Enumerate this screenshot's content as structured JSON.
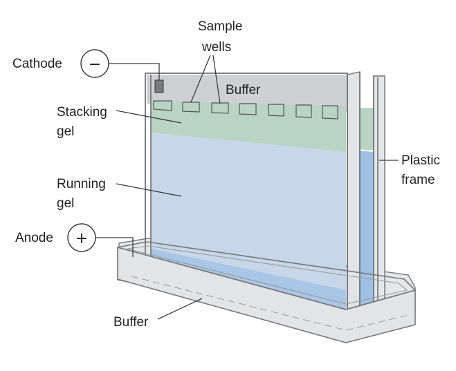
{
  "labels": {
    "sample_wells_line1": "Sample",
    "sample_wells_line2": "wells",
    "cathode": "Cathode",
    "anode": "Anode",
    "buffer_top": "Buffer",
    "stacking_gel_line1": "Stacking",
    "stacking_gel_line2": "gel",
    "running_gel_line1": "Running",
    "running_gel_line2": "gel",
    "plastic_frame_line1": "Plastic",
    "plastic_frame_line2": "frame",
    "buffer_bottom": "Buffer"
  },
  "symbols": {
    "cathode_sign": "−",
    "anode_sign": "+"
  },
  "colors": {
    "buffer_top": "#cfd0d4",
    "stacking_gel": "#b9d3c4",
    "running_gel": "#c7d6e8",
    "lower_buffer": "#9fc0e4",
    "tray": "#e3e4e7",
    "frame": "#6f6f6f"
  }
}
